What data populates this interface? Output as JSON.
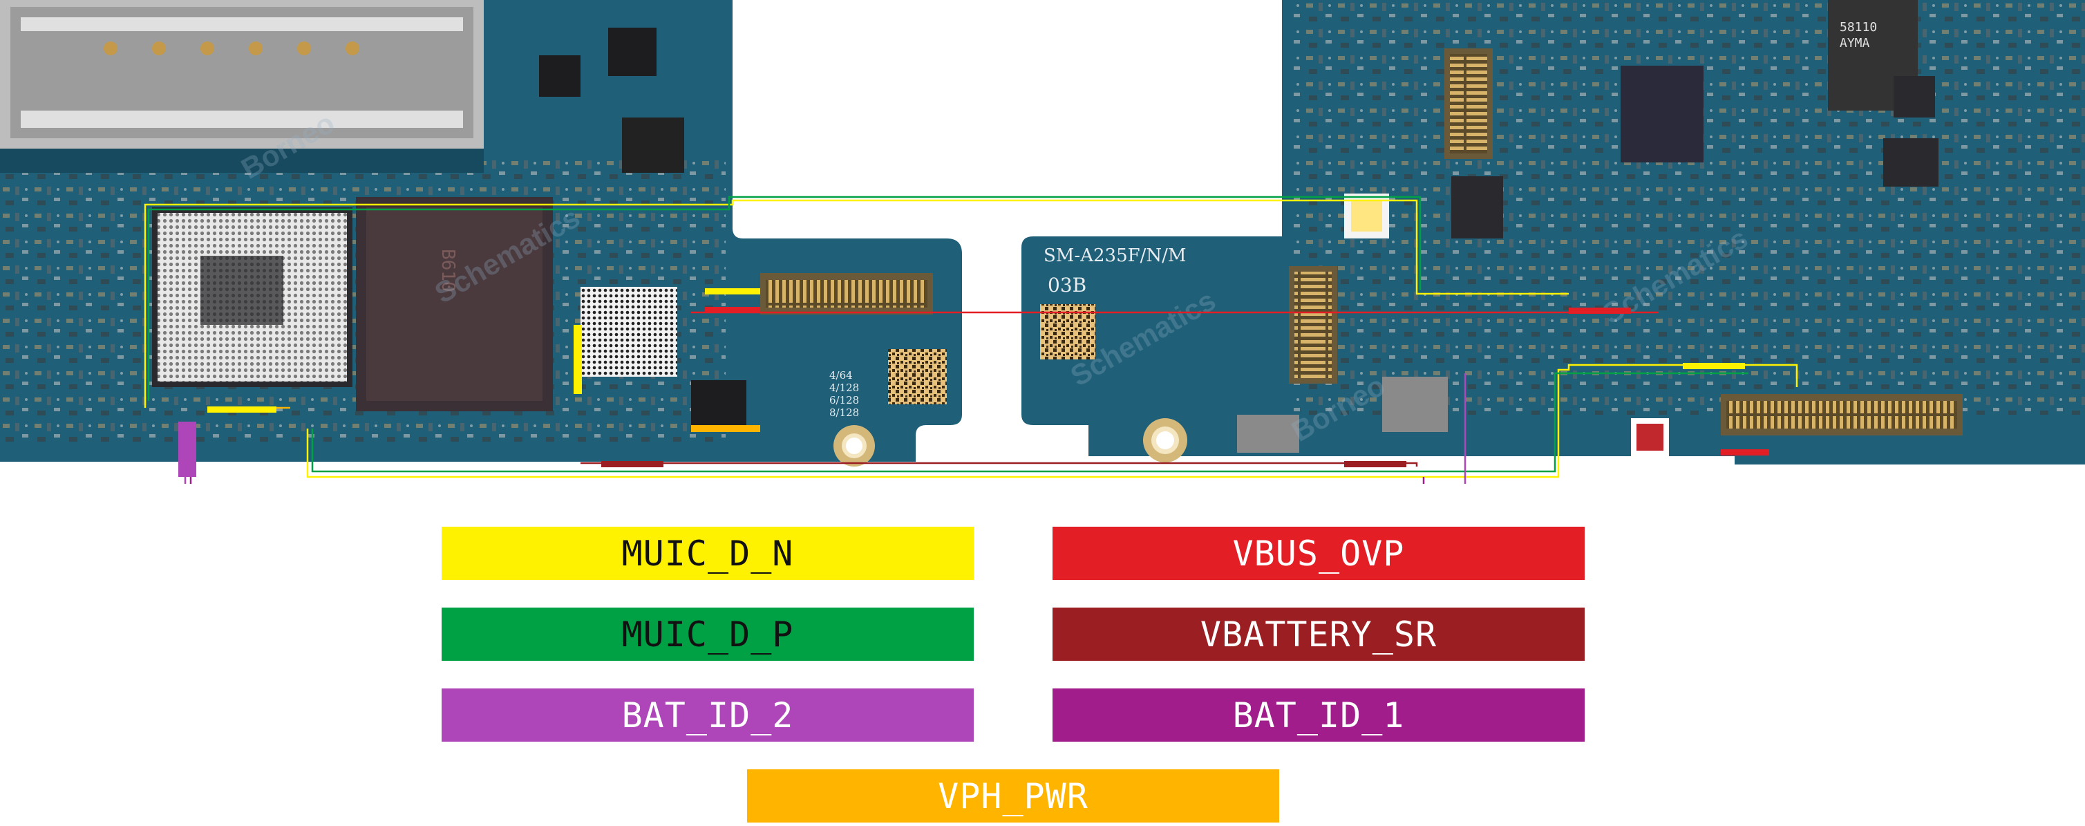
{
  "board": {
    "model_label": "SM-A235F/N/M",
    "revision_label": "03B",
    "memory_labels": [
      "4/64",
      "4/128",
      "6/128",
      "8/128"
    ],
    "chip_top_labels": [
      "58110",
      "AYMA"
    ],
    "watermark_text": [
      "Borneo",
      "Schematics"
    ],
    "colors": {
      "pcb": "#1f5f78",
      "pcb_dark": "#174a5e",
      "copper": "#b08a4a",
      "silver": "#c9c9c9",
      "chip": "#2a2a2e"
    }
  },
  "legend": [
    {
      "label": "MUIC_D_N",
      "bg": "#fff200",
      "fg": "#111111"
    },
    {
      "label": "VBUS_OVP",
      "bg": "#e31e24",
      "fg": "#ffffff"
    },
    {
      "label": "MUIC_D_P",
      "bg": "#00a145",
      "fg": "#111111"
    },
    {
      "label": "VBATTERY_SR",
      "bg": "#9b1f22",
      "fg": "#ffffff"
    },
    {
      "label": "BAT_ID_2",
      "bg": "#ae45b8",
      "fg": "#ffffff"
    },
    {
      "label": "BAT_ID_1",
      "bg": "#a01d8b",
      "fg": "#ffffff"
    },
    {
      "label": "VPH_PWR",
      "bg": "#ffb400",
      "fg": "#ffffff"
    }
  ]
}
